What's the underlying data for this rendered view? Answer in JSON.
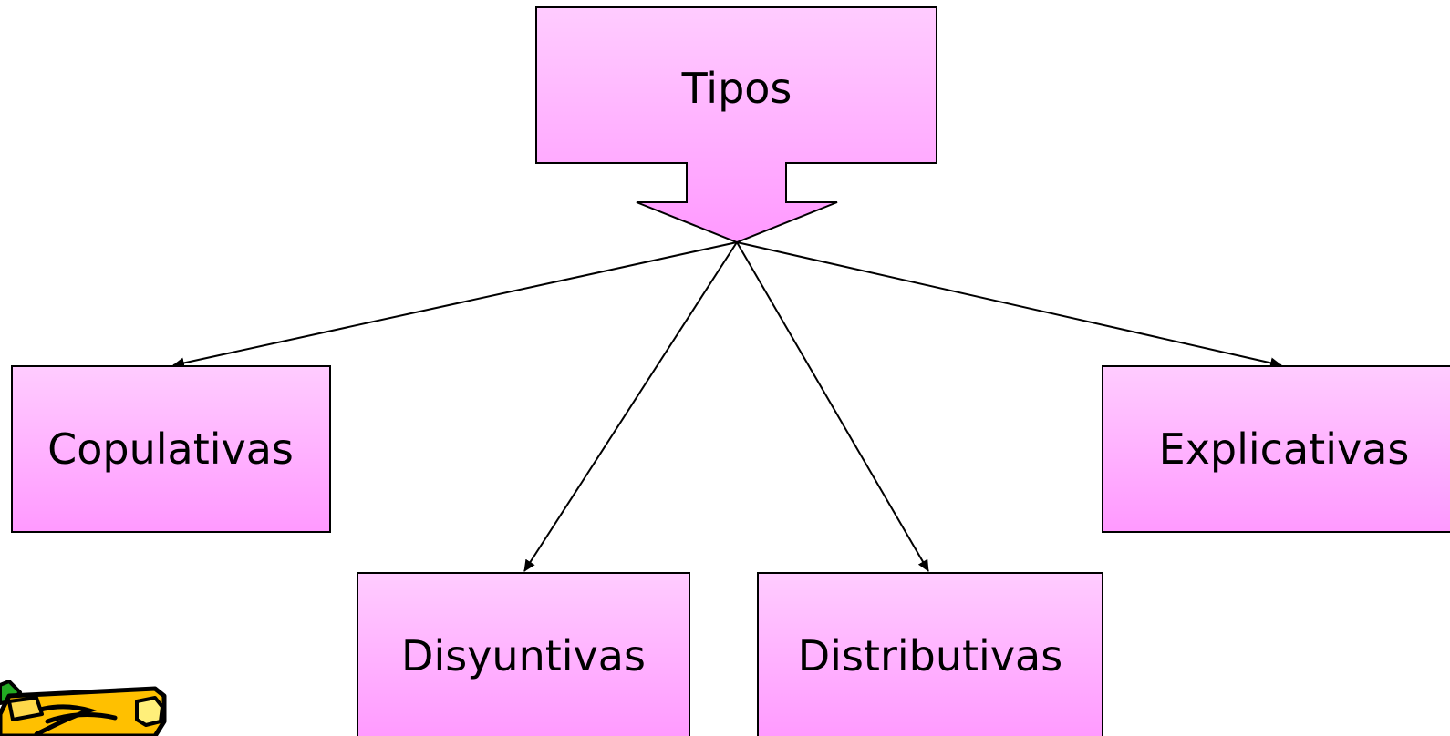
{
  "diagram": {
    "root": {
      "label": "Tipos"
    },
    "children": [
      {
        "id": "copulativas",
        "label": "Copulativas"
      },
      {
        "id": "disyuntivas",
        "label": "Disyuntivas"
      },
      {
        "id": "distributivas",
        "label": "Distributivas"
      },
      {
        "id": "explicativas",
        "label": "Explicativas"
      }
    ],
    "colors": {
      "box_fill_top": "#ffccff",
      "box_fill_bottom": "#ff99ff",
      "box_stroke": "#000000",
      "connector": "#000000"
    },
    "decoration": "pencil-clipart"
  }
}
